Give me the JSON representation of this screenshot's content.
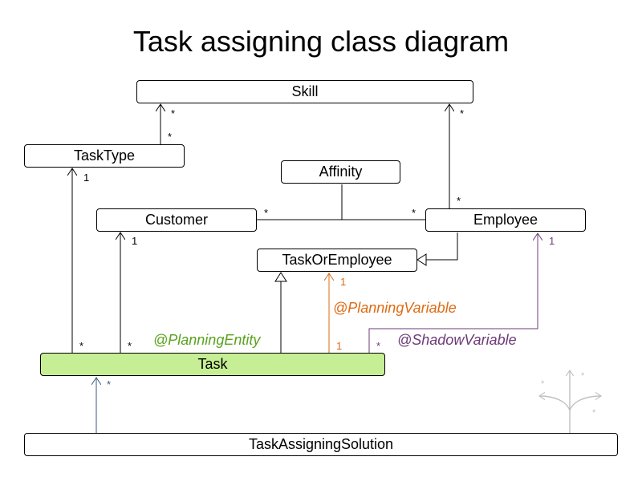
{
  "title": "Task assigning class diagram",
  "classes": {
    "skill": "Skill",
    "task_type": "TaskType",
    "affinity": "Affinity",
    "customer": "Customer",
    "employee": "Employee",
    "task_or_employee": "TaskOrEmployee",
    "task": "Task",
    "solution": "TaskAssigningSolution"
  },
  "multiplicities": {
    "skill_tasktype_upper": "*",
    "skill_tasktype_lower": "*",
    "skill_employee_upper": "*",
    "skill_employee_lower": "*",
    "tasktype_task": "1",
    "customer_task": "1",
    "affinity_customer": "*",
    "affinity_employee": "*",
    "employee_task": "1",
    "task_tasktype": "*",
    "task_customer": "*",
    "planning_var_upper": "1",
    "planning_var_lower": "1",
    "shadow_var": "*",
    "solution_task": "*"
  },
  "annotations": {
    "planning_entity": "@PlanningEntity",
    "planning_variable": "@PlanningVariable",
    "shadow_variable": "@ShadowVariable"
  },
  "colors": {
    "entity_fill": "#c6ee94",
    "planning_entity": "#5aa21e",
    "planning_variable": "#dd6b13",
    "shadow_variable": "#6d3a78",
    "solution_link": "#39597d",
    "logo": "#c0c0c0"
  }
}
